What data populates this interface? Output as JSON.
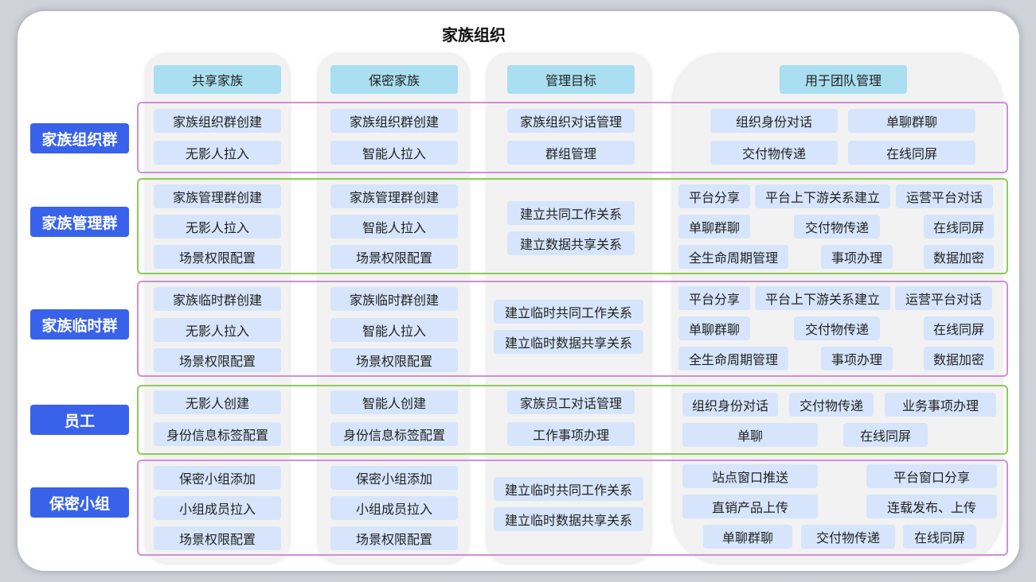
{
  "title": "家族组织",
  "columns": [
    "共享家族",
    "保密家族",
    "管理目标",
    "用于团队管理"
  ],
  "rows": [
    {
      "label": "家族组织群",
      "c1": [
        "家族组织群创建",
        "无影人拉入"
      ],
      "c2": [
        "家族组织群创建",
        "智能人拉入"
      ],
      "c3": [
        "家族组织对话管理",
        "群组管理"
      ],
      "c4": [
        "组织身份对话",
        "单聊群聊",
        "交付物传递",
        "在线同屏"
      ]
    },
    {
      "label": "家族管理群",
      "c1": [
        "家族管理群创建",
        "无影人拉入",
        "场景权限配置"
      ],
      "c2": [
        "家族管理群创建",
        "智能人拉入",
        "场景权限配置"
      ],
      "c3": [
        "建立共同工作关系",
        "建立数据共享关系"
      ],
      "c4": [
        "平台分享",
        "平台上下游关系建立",
        "运营平台对话",
        "单聊群聊",
        "交付物传递",
        "在线同屏",
        "全生命周期管理",
        "事项办理",
        "数据加密"
      ]
    },
    {
      "label": "家族临时群",
      "c1": [
        "家族临时群创建",
        "无影人拉入",
        "场景权限配置"
      ],
      "c2": [
        "家族临时群创建",
        "智能人拉入",
        "场景权限配置"
      ],
      "c3": [
        "建立临时共同工作关系",
        "建立临时数据共享关系"
      ],
      "c4": [
        "平台分享",
        "平台上下游关系建立",
        "运营平台对话",
        "单聊群聊",
        "交付物传递",
        "在线同屏",
        "全生命周期管理",
        "事项办理",
        "数据加密"
      ]
    },
    {
      "label": "员工",
      "c1": [
        "无影人创建",
        "身份信息标签配置"
      ],
      "c2": [
        "智能人创建",
        "身份信息标签配置"
      ],
      "c3": [
        "家族员工对话管理",
        "工作事项办理"
      ],
      "c4": [
        "组织身份对话",
        "交付物传递",
        "业务事项办理",
        "单聊",
        "在线同屏"
      ]
    },
    {
      "label": "保密小组",
      "c1": [
        "保密小组添加",
        "小组成员拉入",
        "场景权限配置"
      ],
      "c2": [
        "保密小组添加",
        "小组成员拉入",
        "场景权限配置"
      ],
      "c3": [
        "建立临时共同工作关系",
        "建立临时数据共享关系"
      ],
      "c4": [
        "站点窗口推送",
        "平台窗口分享",
        "直销产品上传",
        "连载发布、上传",
        "单聊群聊",
        "交付物传递",
        "在线同屏"
      ]
    }
  ]
}
